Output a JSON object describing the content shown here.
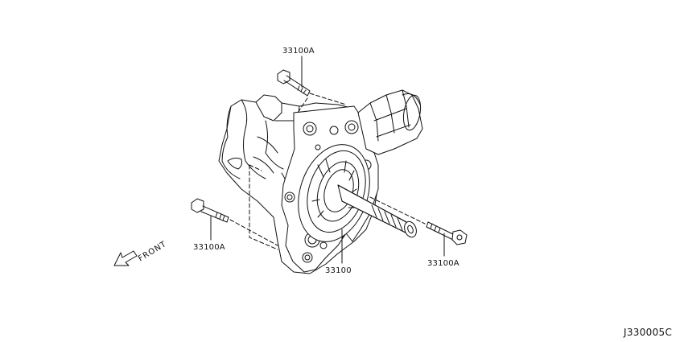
{
  "callouts": [
    {
      "id": "bolt-top",
      "part": "33100A"
    },
    {
      "id": "bolt-left",
      "part": "33100A"
    },
    {
      "id": "bolt-right",
      "part": "33100A"
    },
    {
      "id": "transfer-assembly",
      "part": "33100"
    }
  ],
  "direction_label": "FRONT",
  "diagram_code": "J330005C"
}
